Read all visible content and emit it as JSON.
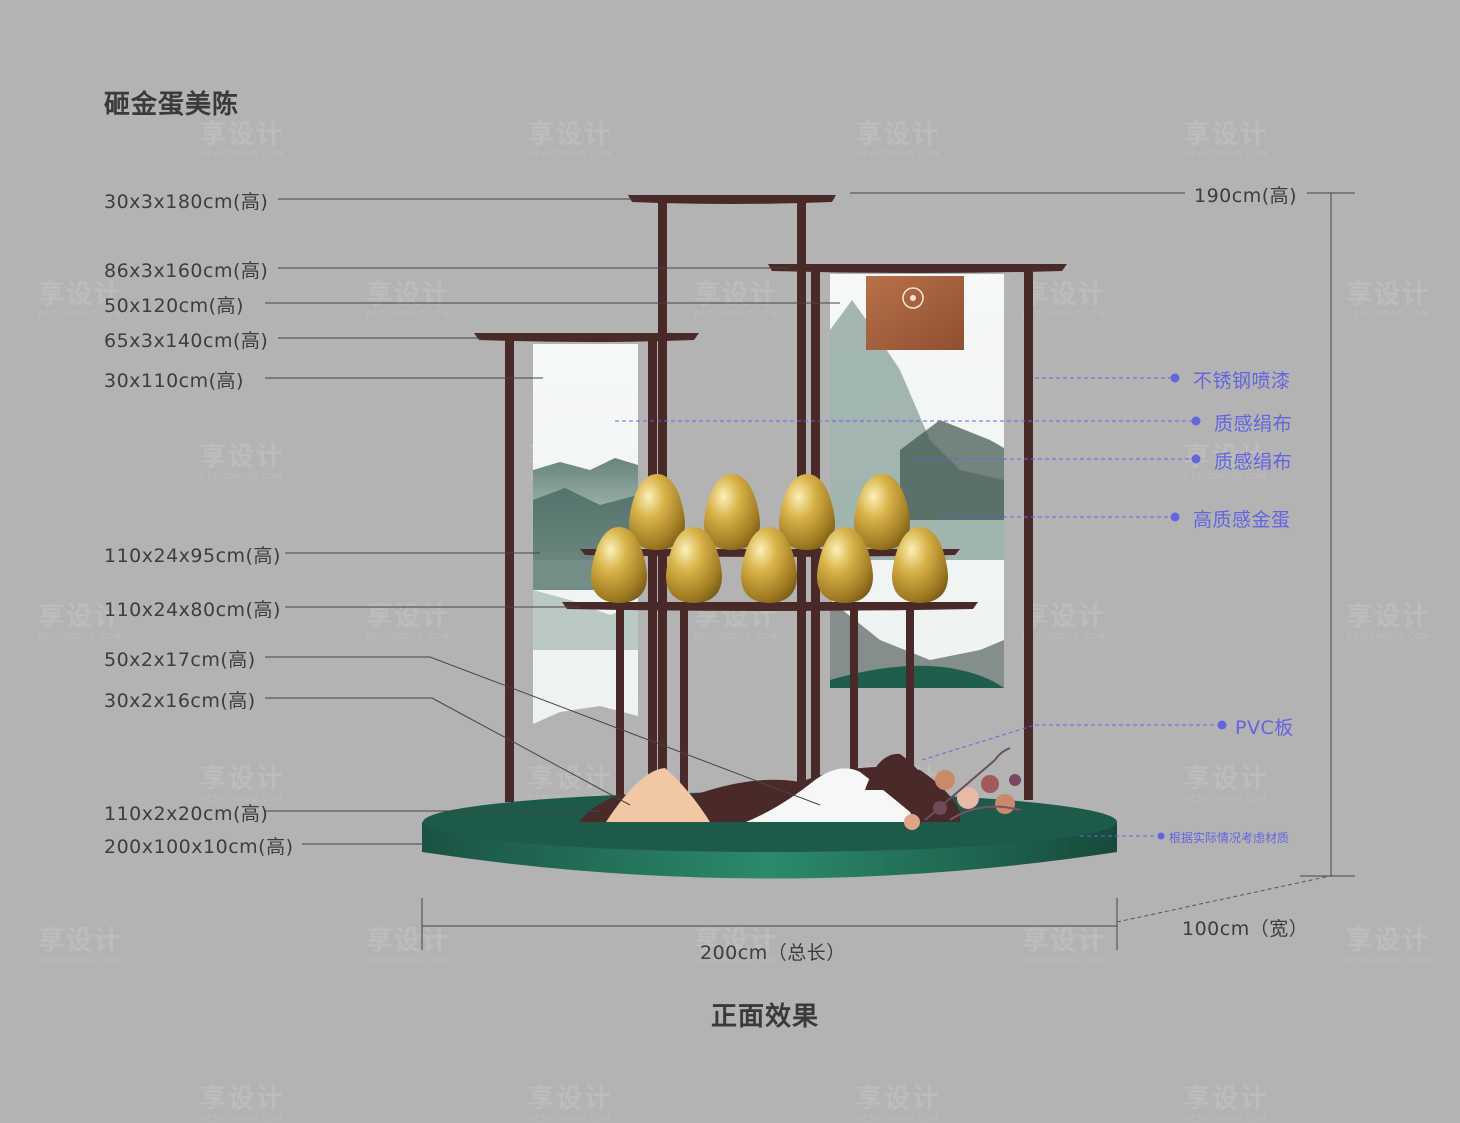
{
  "title": "砸金蛋美陈",
  "caption": "正面效果",
  "dimension_labels": [
    "30x3x180cm(高)",
    "86x3x160cm(高)",
    "50x120cm(高)",
    "65x3x140cm(高)",
    "30x110cm(高)",
    "110x24x95cm(高)",
    "110x24x80cm(高)",
    "50x2x17cm(高)",
    "30x2x16cm(高)",
    "110x2x20cm(高)",
    "200x100x10cm(高)"
  ],
  "overall": {
    "height": "190cm(高)",
    "length": "200cm（总长）",
    "width": "100cm（宽）"
  },
  "materials": [
    "不锈钢喷漆",
    "质感绢布",
    "质感绢布",
    "高质感金蛋",
    "PVC板",
    "根据实际情况考虑材质"
  ],
  "colors": {
    "background": "#b3b3b3",
    "frame": "#4a2a28",
    "base_green": "#1f5e4c",
    "gold": "#c9a43a",
    "material_blue": "#6464e0",
    "logo_panel": "#a8633f"
  },
  "watermark": {
    "text": "享设计",
    "sub": "DESIGNDOG.COM"
  }
}
